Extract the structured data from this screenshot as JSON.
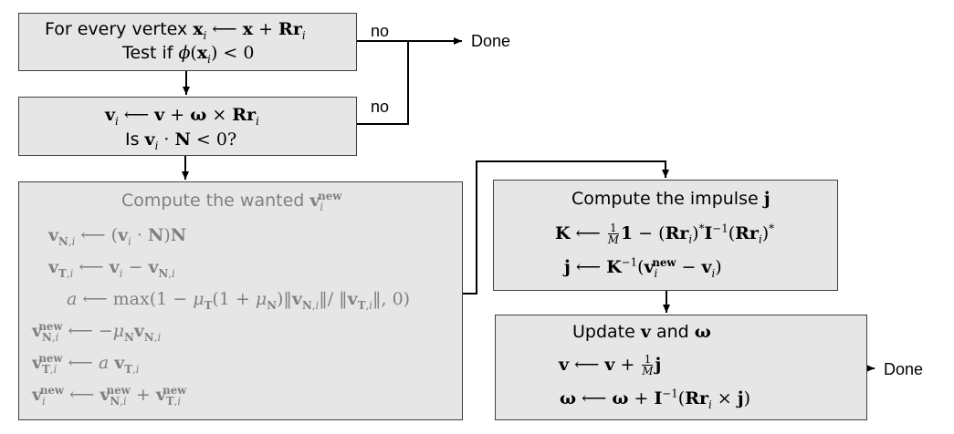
{
  "box1": {
    "line1_text": "For every vertex ",
    "line2_text": "Test if "
  },
  "box2": {
    "line2_text": "Is "
  },
  "box3": {
    "title_text": "Compute the wanted "
  },
  "box4": {
    "title_text": "Compute the impulse "
  },
  "box5": {
    "title_text": "Update ",
    "and_text": " and "
  },
  "connectors": {
    "no_label_top": "no",
    "no_label_mid": "no",
    "done_top": "Done",
    "done_right": "Done"
  }
}
